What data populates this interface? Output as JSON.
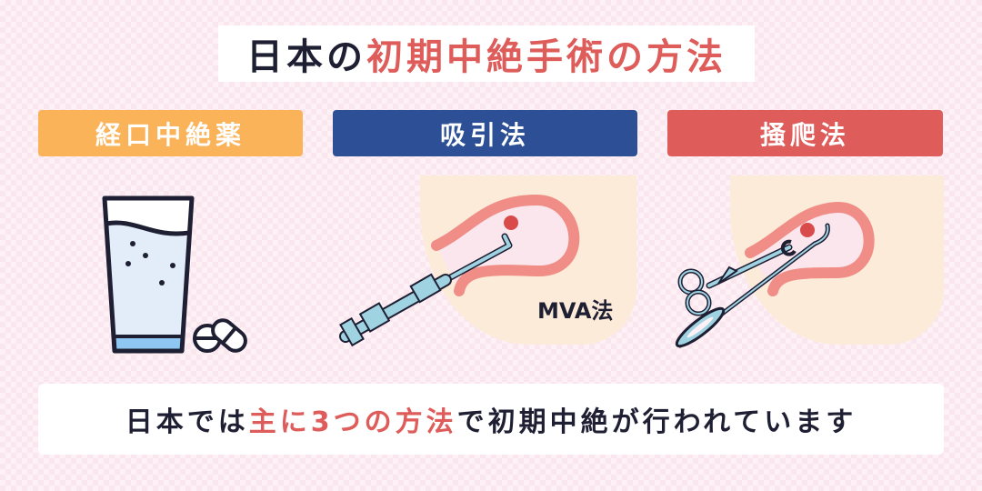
{
  "title": {
    "prefix": "日本の",
    "highlight": "初期中絶手術の方法"
  },
  "methods": [
    {
      "label": "経口中絶薬",
      "color": "#fbb35a",
      "icon": "glass-of-water-and-pills-icon"
    },
    {
      "label": "吸引法",
      "color": "#2c4f96",
      "icon": "mva-syringe-uterus-icon",
      "sub_label": "MVA法"
    },
    {
      "label": "掻爬法",
      "color": "#de5c5a",
      "icon": "curette-forceps-uterus-icon"
    }
  ],
  "summary": {
    "part1": "日本では",
    "highlight": "主に3つの方法",
    "part2": "で初期中絶が行われています"
  },
  "colors": {
    "accent_red": "#de5c5a",
    "dark_text": "#1f1f33",
    "peach": "#fdebd9",
    "instrument_blue": "#9fd3e2"
  }
}
